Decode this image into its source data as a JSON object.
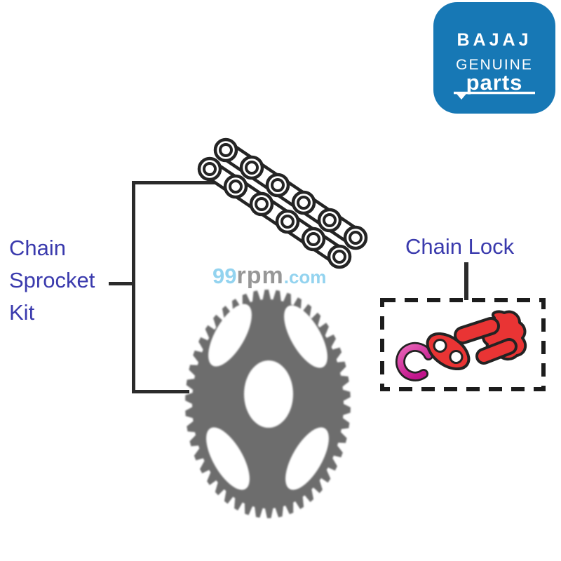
{
  "logo": {
    "brand": "BAJAJ",
    "genuine": "GENUINE",
    "parts": "parts"
  },
  "labels": {
    "kit_lines": [
      "Chain",
      "Sprocket",
      "Kit"
    ],
    "chain_lock": "Chain Lock"
  },
  "watermark": {
    "num": "99",
    "name": "rpm",
    "domain": ".com"
  },
  "colors": {
    "label-blue": "#3a3aad",
    "logo-blue": "#1778b5",
    "line-dark": "#2b2b2b",
    "sprocket-gray": "#6d6d6d",
    "part-red": "#e93434",
    "clip-magenta": "#cb2b96",
    "watermark-blue": "#8ad0ee",
    "watermark-gray": "#8f8f8f"
  }
}
